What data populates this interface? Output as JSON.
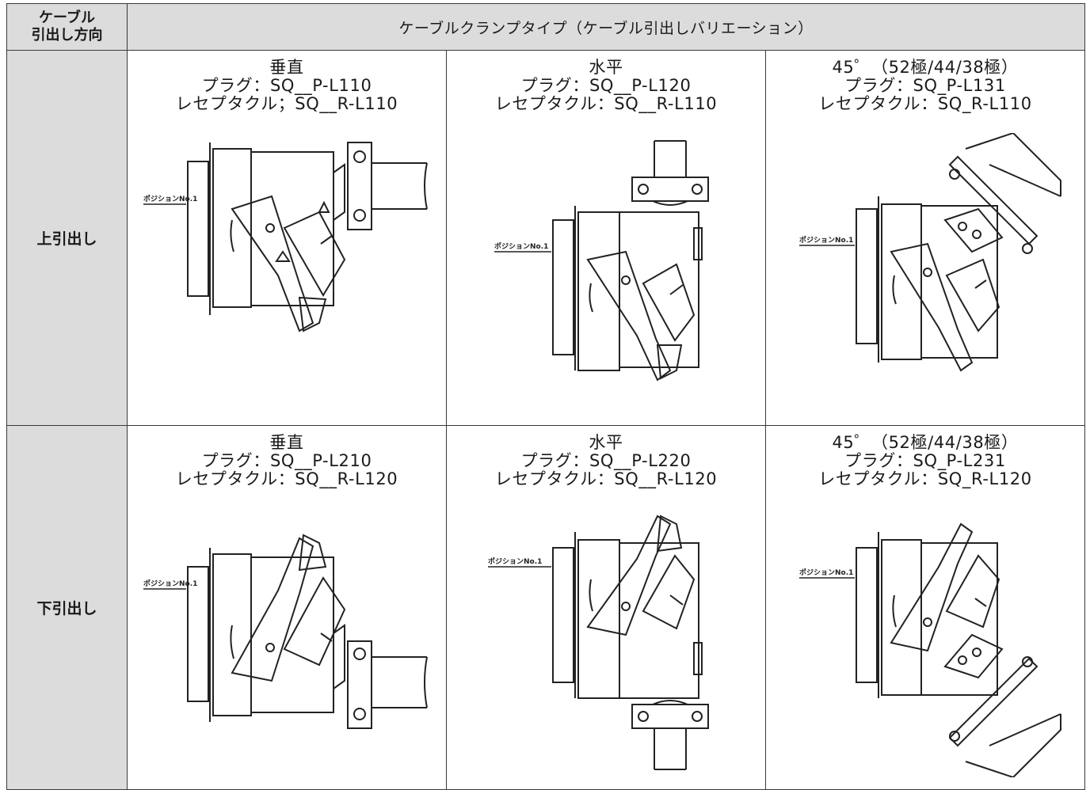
{
  "table": {
    "corner_header": [
      "ケーブル",
      "引出し方向"
    ],
    "main_header": "ケーブルクランプタイプ（ケーブル引出しバリエーション）",
    "rows": [
      {
        "label": "上引出し",
        "cells": [
          {
            "lines": [
              "垂直",
              "プラグ：SQ__P-L110",
              "レセプタクル；SQ__R-L110"
            ],
            "drawing": "vertical-up-drawing",
            "marker": "ポジションNo.1"
          },
          {
            "lines": [
              "水平",
              "プラグ：SQ__P-L120",
              "レセプタクル：SQ__R-L110"
            ],
            "drawing": "horizontal-up-drawing",
            "marker": "ポジションNo.1"
          },
          {
            "lines": [
              "45゜（52極/44/38極）",
              "プラグ：SQ_P-L131",
              "レセプタクル：SQ_R-L110"
            ],
            "drawing": "diagonal-up-drawing",
            "marker": "ポジションNo.1"
          }
        ]
      },
      {
        "label": "下引出し",
        "cells": [
          {
            "lines": [
              "垂直",
              "プラグ：SQ__P-L210",
              "レセプタクル：SQ__R-L120"
            ],
            "drawing": "vertical-down-drawing",
            "marker": "ポジションNo.1"
          },
          {
            "lines": [
              "水平",
              "プラグ：SQ__P-L220",
              "レセプタクル：SQ__R-L120"
            ],
            "drawing": "horizontal-down-drawing",
            "marker": "ポジションNo.1"
          },
          {
            "lines": [
              "45゜（52極/44/38極）",
              "プラグ：SQ_P-L231",
              "レセプタクル：SQ_R-L120"
            ],
            "drawing": "diagonal-down-drawing",
            "marker": "ポジションNo.1"
          }
        ]
      }
    ]
  },
  "colors": {
    "header_bg": "#dcdcdc",
    "border": "#3a3a3a",
    "line": "#222222"
  }
}
